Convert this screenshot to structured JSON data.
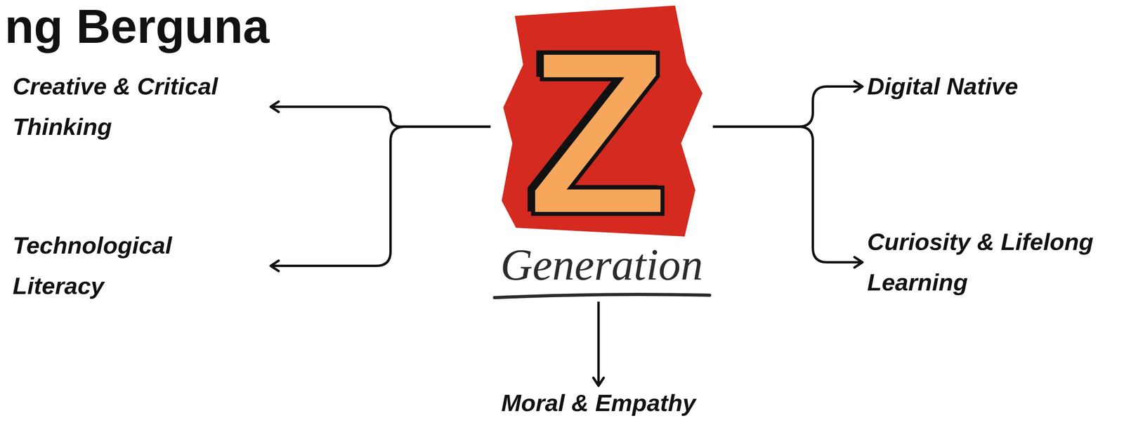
{
  "diagram": {
    "title": "ng Berguna",
    "nodes": [
      {
        "text": [
          "Creative & Critical Thinking"
        ]
      },
      {
        "text": [
          "Z",
          "Generation"
        ]
      },
      {
        "text": [
          "Digital Native"
        ]
      },
      {
        "text": [
          "Technological Literacy"
        ]
      },
      {
        "text": [
          "Curiosity & Lifelong Learning"
        ]
      },
      {
        "text": [
          "Moral & Empathy"
        ]
      }
    ],
    "edges": [
      {
        "from": 1,
        "to": 0,
        "arrow": "to"
      },
      {
        "from": 1,
        "to": 3,
        "arrow": "to"
      },
      {
        "from": 1,
        "to": 2,
        "arrow": "to"
      },
      {
        "from": 1,
        "to": 4,
        "arrow": "to"
      },
      {
        "from": 1,
        "to": 5,
        "arrow": "to"
      }
    ]
  }
}
